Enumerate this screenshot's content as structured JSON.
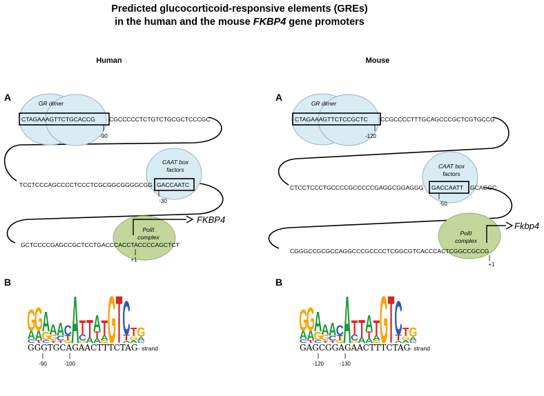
{
  "title": {
    "line1": "Predicted glucocorticoid-responsive elements (GREs)",
    "line2_pre": "in the human and the mouse ",
    "line2_gene": "FKBP4",
    "line2_post": " gene promoters"
  },
  "panel_a": "A",
  "panel_b": "B",
  "human": {
    "heading": "Human",
    "gr_label": "GR dimer",
    "row1_boxed": "CTAGAAAGTTCTGCACCG",
    "row1_rest": "CGCCCCCTCTGTCTGCGCTCCCGC",
    "pos_gre": "-90",
    "caat_label_1": "CAAT box",
    "caat_label_2": "factors",
    "row2_pre": "TCCTCCCAGCCCCTCCCTCGCGGCGGGGCGG",
    "row2_boxed": "GACCAATC",
    "pos_caat": "-30",
    "pol_label_1": "PolII",
    "pol_label_2": "complex",
    "gene": "FKBP4",
    "row3": "GCTCCCCGAGCCGCTCCTGACCCACCTACCCCAGCTCT",
    "pos_tss": "+1",
    "logo_seq": "GGGTGCAGAACTTTCTAG",
    "logo_strand": "- strand",
    "logo_pos1": "-90",
    "logo_pos2": "-100"
  },
  "mouse": {
    "heading": "Mouse",
    "gr_label": "GR dimer",
    "row1_boxed": "CTAGAAAGTTCTCCGCTC",
    "row1_rest": "CCGCCCCTTTGCAGCCCGCTCGTGCCG",
    "pos_gre": "-120",
    "caat_label_1": "CAAT box",
    "caat_label_2": "factors",
    "row2_pre": "CTCCTCCCTGCCCCGCCCCCGAGGCGGAGGG",
    "row2_boxed": "GACCAATT",
    "row2_post": "GCAGGC",
    "pos_caat": "-50",
    "pol_label_1": "PolII",
    "pol_label_2": "complex",
    "gene": "Fkbp4",
    "row3": "CGGGCCGCGCCAGGCCCGCCCCTCGGCGTCACCCACTCGGCCGCCG",
    "pos_tss": "+1",
    "logo_seq": "GAGCGGAGAACTTTCTAG",
    "logo_strand": "- strand",
    "logo_pos1": "-120",
    "logo_pos2": "-130"
  },
  "logo_columns": [
    [
      [
        "C",
        "#2a5db0",
        0.08
      ],
      [
        "A",
        "#1a9a3a",
        0.18
      ],
      [
        "G",
        "#f4a40c",
        0.45
      ]
    ],
    [
      [
        "T",
        "#d62728",
        0.06
      ],
      [
        "A",
        "#1a9a3a",
        0.2
      ],
      [
        "G",
        "#f4a40c",
        0.5
      ]
    ],
    [
      [
        "C",
        "#2a5db0",
        0.06
      ],
      [
        "G",
        "#f4a40c",
        0.18
      ],
      [
        "A",
        "#1a9a3a",
        0.42
      ]
    ],
    [
      [
        "T",
        "#d62728",
        0.05
      ],
      [
        "G",
        "#f4a40c",
        0.12
      ],
      [
        "A",
        "#1a9a3a",
        0.22
      ]
    ],
    [
      [
        "T",
        "#d62728",
        0.05
      ],
      [
        "C",
        "#2a5db0",
        0.1
      ],
      [
        "A",
        "#1a9a3a",
        0.28
      ]
    ],
    [
      [
        "G",
        "#f4a40c",
        0.06
      ],
      [
        "T",
        "#d62728",
        0.1
      ],
      [
        "C",
        "#2a5db0",
        0.22
      ]
    ],
    [
      [
        "A",
        "#1a9a3a",
        1.0
      ]
    ],
    [
      [
        "G",
        "#f4a40c",
        0.05
      ],
      [
        "C",
        "#2a5db0",
        0.12
      ],
      [
        "T",
        "#d62728",
        0.3
      ]
    ],
    [
      [
        "A",
        "#1a9a3a",
        0.12
      ],
      [
        "T",
        "#d62728",
        0.36
      ]
    ],
    [
      [
        "A",
        "#1a9a3a",
        0.1
      ],
      [
        "T",
        "#d62728",
        0.14
      ],
      [
        "A",
        "#1a9a3a",
        0.34
      ]
    ],
    [
      [
        "G",
        "#f4a40c",
        0.06
      ],
      [
        "A",
        "#1a9a3a",
        0.1
      ],
      [
        "T",
        "#d62728",
        0.32
      ]
    ],
    [
      [
        "G",
        "#f4a40c",
        1.0
      ]
    ],
    [
      [
        "T",
        "#d62728",
        1.0
      ]
    ],
    [
      [
        "A",
        "#1a9a3a",
        0.05
      ],
      [
        "T",
        "#d62728",
        0.12
      ],
      [
        "C",
        "#2a5db0",
        0.72
      ]
    ],
    [
      [
        "A",
        "#1a9a3a",
        0.06
      ],
      [
        "G",
        "#f4a40c",
        0.08
      ],
      [
        "T",
        "#d62728",
        0.18
      ]
    ],
    [
      [
        "C",
        "#2a5db0",
        0.05
      ],
      [
        "A",
        "#1a9a3a",
        0.08
      ],
      [
        "G",
        "#f4a40c",
        0.2
      ]
    ]
  ],
  "colors": {
    "ellipse_blue": "#d8ecf3",
    "ellipse_green": "#c3d69b",
    "ellipse_stroke": "#9bb0bf"
  }
}
